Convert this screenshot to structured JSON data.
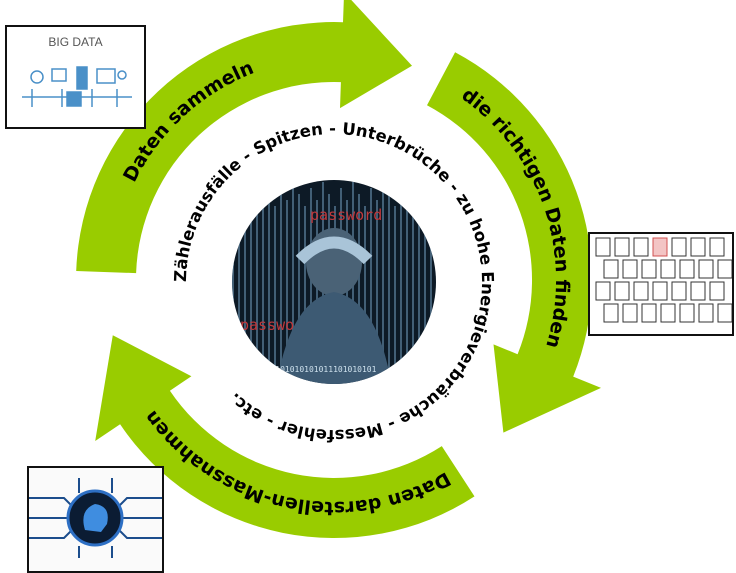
{
  "cycle": {
    "steps": [
      {
        "label": "Daten sammeln"
      },
      {
        "label": "die richtigen Daten finden"
      },
      {
        "label": "Daten darstellen-Massnahmen"
      }
    ],
    "ring_text": "Zählerausfälle  -  Spitzen  -  Unterbrüche  -  zu hohe Energieverbräuche  -  Messfehler  -  etc.",
    "accent_color": "#99cc00"
  },
  "images": {
    "big_data": {
      "title": "BIG DATA"
    },
    "center_photo": {
      "word": "password",
      "binary": "1111101010101011101010101"
    }
  }
}
